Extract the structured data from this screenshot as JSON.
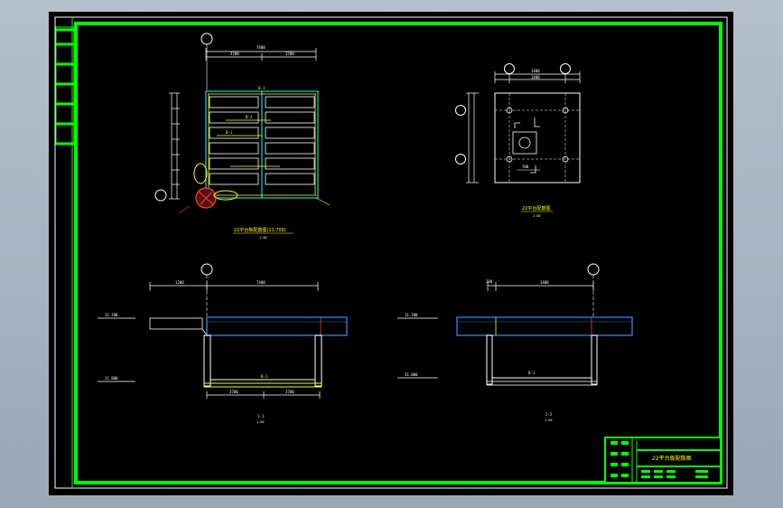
{
  "colors": {
    "frame": "#00ff00",
    "structure": "#ffffff",
    "slab": "#2d7bd8",
    "grid": "#00d8d8",
    "dimension": "#ffffff",
    "annotation": "#ffff00",
    "hatch": "#ff3a3a",
    "background": "#000000"
  },
  "drawings": {
    "plan_left": {
      "axis_bubble": "",
      "dim_total": "7400",
      "dim_left": "3700",
      "dim_right": "3700",
      "beam_tags": [
        "B-1",
        "B-2",
        "B-1"
      ],
      "title": "22平台板配筋图(11.700)",
      "scale": "1:50"
    },
    "plan_right": {
      "dim_top": "1400",
      "dim_inner": "1400",
      "dim_bottom": "700",
      "title": "22平台配筋图",
      "scale": "1:50"
    },
    "section_left": {
      "dim_top_a": "1200",
      "dim_top_b": "7400",
      "elev_top": "11.700",
      "elev_bottom": "11.000",
      "dim_bottom_a": "3700",
      "dim_bottom_b": "3700",
      "tag": "B-1",
      "title": "1-1",
      "scale": "1:50"
    },
    "section_right": {
      "dim_top_a": "200",
      "dim_top_b": "1400",
      "elev_top": "11.700",
      "elev_bottom": "11.000",
      "tag": "B-1",
      "title": "2-2",
      "scale": "1:50"
    }
  },
  "title_block": {
    "drawing_title": "22平台板配筋图"
  }
}
